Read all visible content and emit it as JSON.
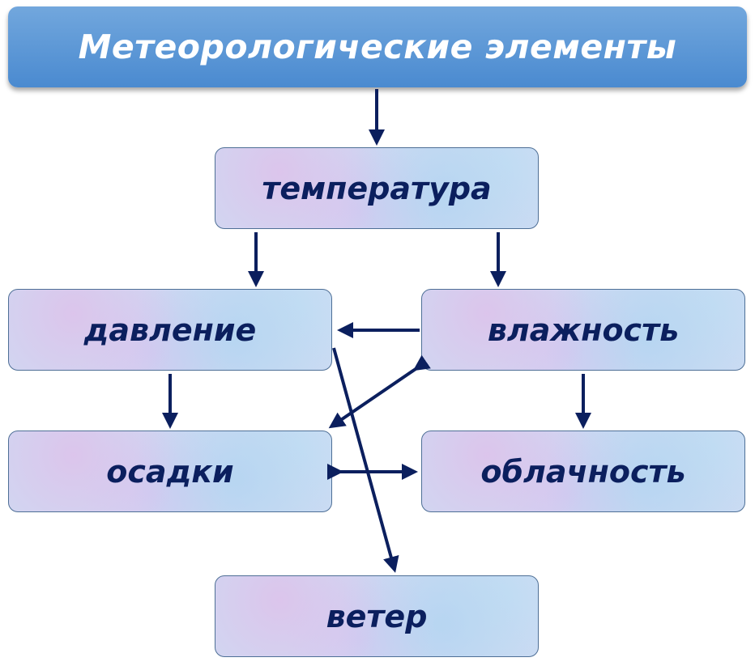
{
  "title": "Метеорологические  элементы",
  "nodes": {
    "temperature": "температура",
    "pressure": "давление",
    "humidity": "влажность",
    "precipitation": "осадки",
    "cloudiness": "облачность",
    "wind": "ветер"
  },
  "colors": {
    "header": "#5b97d6",
    "arrow": "#0b1f5e",
    "text": "#0b1f5e"
  }
}
